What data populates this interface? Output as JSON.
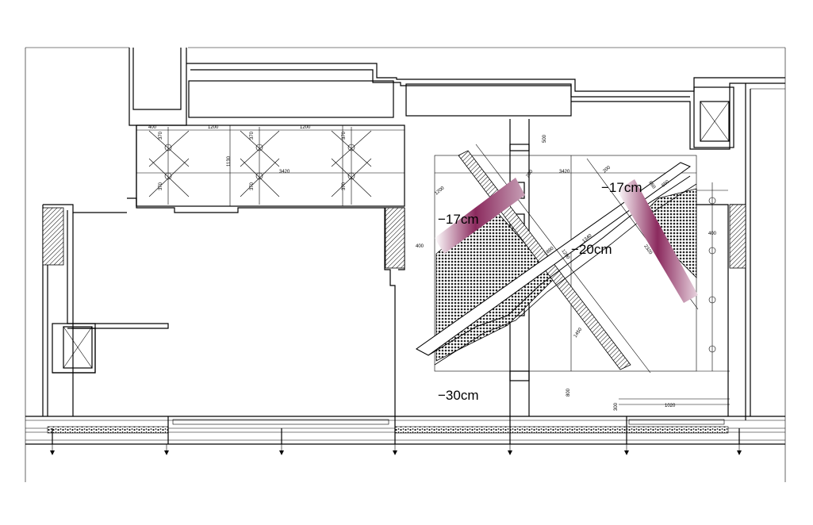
{
  "drawing": {
    "dimensions": {
      "top_left_400": "400",
      "top_1200_a": "1200",
      "top_1200_b": "1200",
      "bay_3420": "3420",
      "bay_1130": "1130",
      "sub_370_1": "370",
      "sub_370_2": "370",
      "sub_370_3": "370",
      "sub_370_4": "370",
      "sub_370_5": "370",
      "sub_370_6": "370",
      "right_3420": "3420",
      "right_500": "500",
      "right_400_left": "400",
      "right_400_right": "400",
      "diag_1200": "1200",
      "diag_200_a": "200",
      "diag_200_b": "200",
      "diag_1880": "1880",
      "diag_1340": "1340",
      "diag_1450": "1450",
      "diag_650": "650",
      "diag_860": "860",
      "diag_2320": "2320",
      "diag_1200b": "1200",
      "bottom_800": "800",
      "bottom_300": "300",
      "bottom_1020": "1020"
    },
    "levels": {
      "upper_left": "−17cm",
      "upper_right": "−17cm",
      "middle": "−20cm",
      "bottom": "−30cm"
    },
    "colors": {
      "accent_band": "#8b2a5e",
      "line": "#000000",
      "hatch": "#333333"
    }
  }
}
